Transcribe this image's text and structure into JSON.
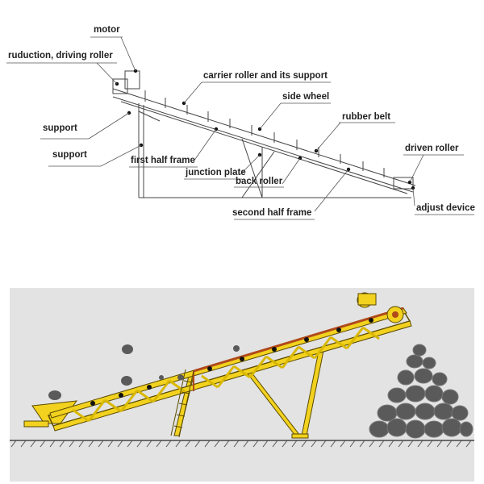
{
  "labels": {
    "motor": "motor",
    "reduction_roller": "ruduction, driving roller",
    "carrier_roller": "carrier roller and its support",
    "side_wheel": "side wheel",
    "support_1": "support",
    "rubber_belt": "rubber belt",
    "support_2": "support",
    "driven_roller": "driven roller",
    "first_half_frame": "first half frame",
    "junction_plate": "junction plate",
    "back_roller": "back roller",
    "adjust_device": "adjust device",
    "second_half_frame": "second half frame"
  },
  "colors": {
    "line": "#444444",
    "frame_yellow": "#f2d21e",
    "frame_outline": "#5a4a00",
    "belt_brown": "#b04a1a",
    "ground": "#444444",
    "background_bottom": "#e3e3e3",
    "rock": "#5a5a5a"
  }
}
